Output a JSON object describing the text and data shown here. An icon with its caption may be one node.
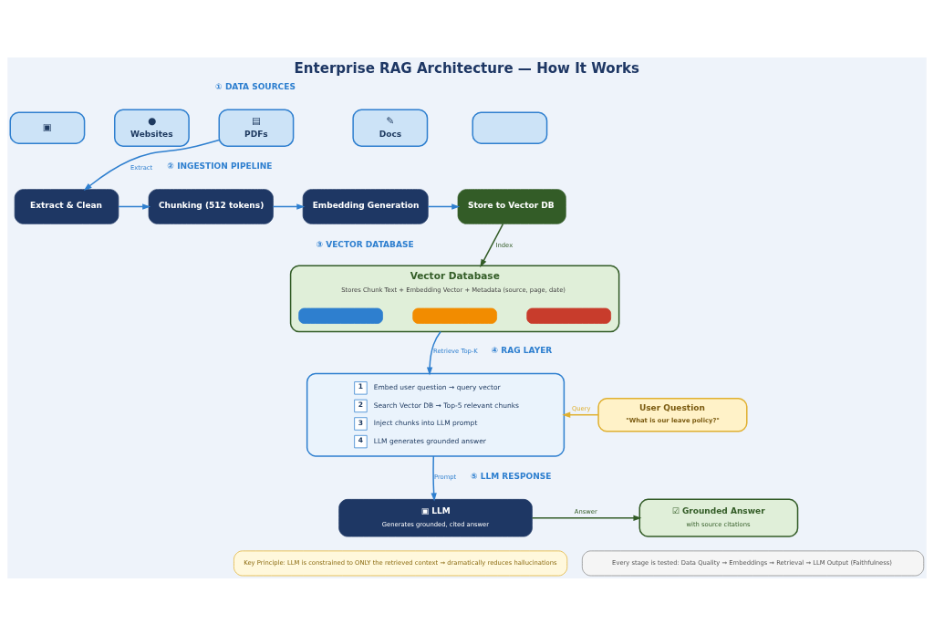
{
  "diagram": {
    "title": "Enterprise RAG Architecture — How It Works",
    "nodes": [
      {
        "text": [
          "▣"
        ]
      },
      {
        "text": [
          "●",
          "Websites"
        ]
      },
      {
        "text": [
          "▤",
          "PDFs"
        ]
      },
      {
        "text": [
          "✎",
          "Docs"
        ]
      },
      {
        "text": [],
        "shape": "box"
      },
      {
        "text": [
          "Extract & Clean"
        ]
      },
      {
        "text": [
          "Chunking (512 tokens)"
        ]
      },
      {
        "text": [
          "Embedding Generation"
        ]
      },
      {
        "text": [
          "Store to Vector DB"
        ]
      },
      {
        "text": [
          "Vector Database",
          "Stores Chunk Text + Embedding Vector + Metadata (source, page, date)"
        ]
      },
      {
        "text": [],
        "shape": "box",
        "in": 9
      },
      {
        "text": [],
        "shape": "box",
        "in": 9
      },
      {
        "text": [],
        "shape": "box",
        "in": 9
      },
      {
        "text": [
          "1",
          "Embed user question → query vector",
          "2",
          "Search Vector DB → Top-5 relevant chunks",
          "3",
          "Inject chunks into LLM prompt",
          "4",
          "LLM generates grounded answer"
        ]
      },
      {
        "text": [
          "User Question",
          "\"What is our leave policy?\""
        ]
      },
      {
        "text": [
          "▣ LLM",
          "Generates grounded, cited answer"
        ]
      },
      {
        "text": [
          "☑ Grounded Answer",
          "with source citations"
        ]
      },
      {
        "text": [
          "Key Principle: LLM is constrained to ONLY the retrieved context → dramatically reduces hallucinations"
        ]
      },
      {
        "text": [
          "Every stage is tested: Data Quality → Embeddings → Retrieval → LLM Output (Faithfulness)"
        ]
      }
    ],
    "edges": [
      {
        "from": 2,
        "to": 5,
        "arrow": "to",
        "label": "Extract"
      },
      {
        "from": 5,
        "to": 6,
        "arrow": "to"
      },
      {
        "from": 6,
        "to": 7,
        "arrow": "to"
      },
      {
        "from": 7,
        "to": 8,
        "arrow": "to"
      },
      {
        "from": 8,
        "to": 9,
        "arrow": "to",
        "label": "Index",
        "color": "#335c27"
      },
      {
        "from": 9,
        "to": 13,
        "arrow": "to",
        "label": "Retrieve Top-K"
      },
      {
        "from": 14,
        "to": 13,
        "arrow": "to",
        "label": "Query",
        "color": "#e0b030"
      },
      {
        "from": 13,
        "to": 15,
        "arrow": "to",
        "label": "Prompt"
      },
      {
        "from": 15,
        "to": 16,
        "arrow": "to",
        "label": "Answer",
        "color": "#335c27"
      }
    ],
    "labels": [
      "① DATA SOURCES",
      "② INGESTION PIPELINE",
      "③ VECTOR DATABASE",
      "④ RAG LAYER",
      "⑤ LLM RESPONSE"
    ]
  }
}
